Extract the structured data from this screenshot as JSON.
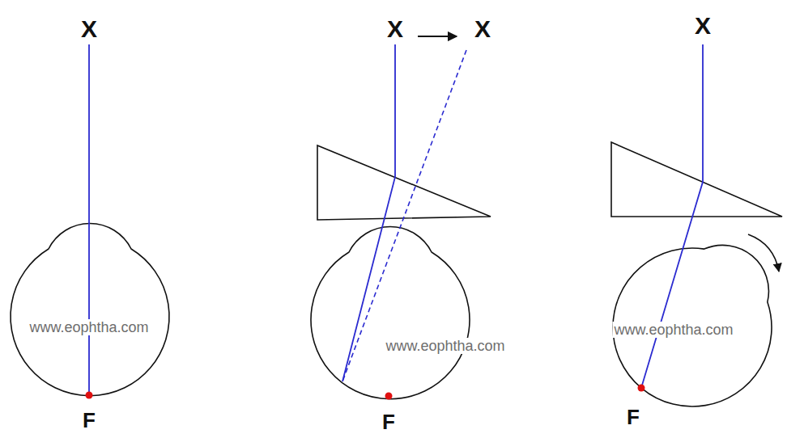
{
  "diagram": {
    "labels": [
      "X",
      "F",
      "www.eophtha.com",
      "X",
      "X",
      "F",
      "www.eophtha.com",
      "X",
      "F",
      "www.eophtha.com"
    ]
  }
}
